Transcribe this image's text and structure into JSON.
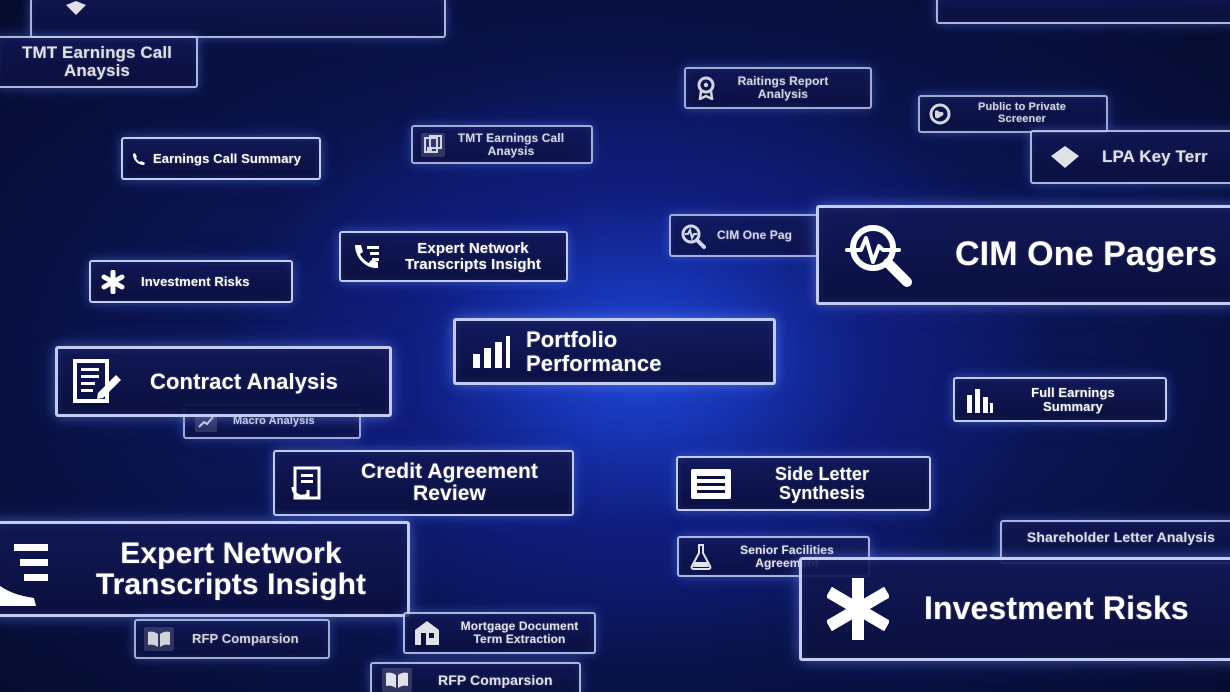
{
  "tiles": {
    "tmt_top_left": "TMT Earnings Call Anaysis",
    "ratings_report": "Raitings Report Analysis",
    "public_private": "Public to Private Screener",
    "lpa_key_terms": "LPA Key Terr",
    "earnings_call_summary": "Earnings Call Summary",
    "tmt_center": "TMT Earnings Call Anaysis",
    "cim_small": "CIM One Pag",
    "cim_large": "CIM One Pagers",
    "expert_small": "Expert Network Transcripts Insight",
    "investment_risks_small": "Investment Risks",
    "portfolio_performance": "Portfolio Performance",
    "contract_analysis": "Contract Analysis",
    "macro_analysis": "Macro Analysis",
    "full_earnings_summary": "Full Earnings Summary",
    "credit_agreement": "Credit Agreement Review",
    "side_letter": "Side Letter Synthesis",
    "expert_large": "Expert Network Transcripts Insight",
    "senior_facilities": "Senior Facilities Agreement",
    "shareholder_letter": "Shareholder Letter Analysis",
    "investment_risks_large": "Investment Risks",
    "rfp_left": "RFP Comparsion",
    "mortgage_document": "Mortgage Document Term Extraction",
    "rfp_bottom": "RFP Comparsion"
  },
  "icons": {
    "diamond": "diamond-icon",
    "badge": "badge-icon",
    "globe": "globe-icon",
    "phone": "phone-icon",
    "document": "document-icon",
    "search_pulse": "search-pulse-icon",
    "asterisk": "asterisk-icon",
    "bars": "bar-chart-icon",
    "contract": "contract-icon",
    "trend": "trend-icon",
    "refresh_doc": "refresh-document-icon",
    "lines": "lines-icon",
    "flask": "flask-icon",
    "book": "book-icon",
    "building": "building-icon"
  },
  "theme": {
    "background_dark": "#060b2a",
    "background_mid": "#10207a",
    "glow_blue": "#2149d8",
    "tile_fill": "#0b103e",
    "tile_border": "#d4dcff",
    "text": "#ffffff"
  }
}
